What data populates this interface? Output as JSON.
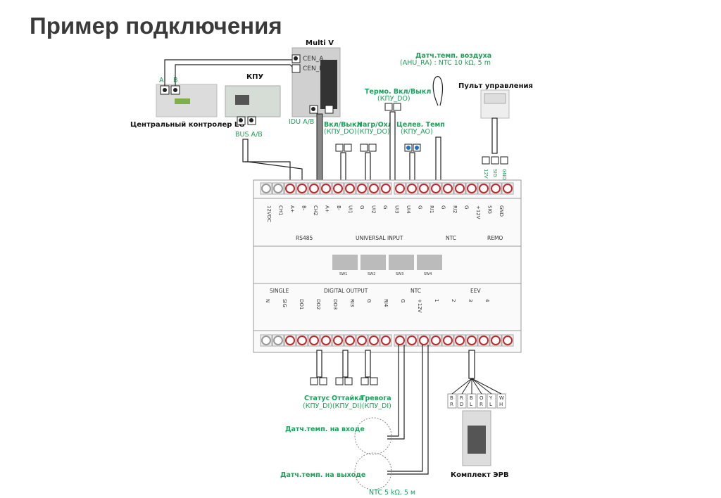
{
  "title": "Пример подключения",
  "devices": {
    "multi_v": "Multi V",
    "cen_a": "CEN_A",
    "cen_b": "CEN_B",
    "idu_ab": "IDU A/B",
    "kpu": "КПУ",
    "bus_ab": "BUS A/B",
    "central_controller": "Центральный контролер LG",
    "cc_a": "A",
    "cc_b": "B",
    "remote": "Пульт управления",
    "remote_pins": [
      "12V",
      "SIG",
      "GND"
    ],
    "erv_kit": "Комплект ЭРВ",
    "erv_pins": [
      [
        "B",
        "R"
      ],
      [
        "R",
        "D"
      ],
      [
        "B",
        "L"
      ],
      [
        "O",
        "R"
      ],
      [
        "Y",
        "L"
      ],
      [
        "W",
        "H"
      ]
    ]
  },
  "top_labels": {
    "air_sensor": "Датч.темп. воздуха",
    "air_sensor_spec": "(AHU_RA) : NTC 10 kΩ, 5 m",
    "thermo": "Термо. Вкл/Выкл",
    "thermo_sub": "(КПУ_DO)",
    "onoff": "Вкл/Выкл",
    "onoff_sub": "(КПУ_DO)",
    "heatcool": "Нагр/Охл",
    "heatcool_sub": "(КПУ_DO)",
    "target_temp": "Целев. Темп",
    "target_temp_sub": "(КПУ_AO)"
  },
  "bottom_labels": {
    "status": "Статус",
    "defrost": "Оттайка",
    "alarm": "Тревога",
    "di_sub": "(КПУ_DI)(КПУ_DI)(КПУ_DI)",
    "inlet_sensor": "Датч.темп. на входе",
    "outlet_sensor": "Датч.темп. на выходе",
    "ntc_spec": "NTC 5 kΩ, 5 м"
  },
  "controller": {
    "top_sections": [
      "RS485",
      "UNIVERSAL INPUT",
      "NTC",
      "REMO"
    ],
    "top_pins": [
      "12VDC",
      "CH1",
      "A+",
      "B-",
      "CH2",
      "A+",
      "B-",
      "UI1",
      "G",
      "UI2",
      "G",
      "UI3",
      "UI4",
      "G",
      "RI1",
      "G",
      "RI2",
      "G",
      "+12V",
      "SIG",
      "GND"
    ],
    "dip_labels": [
      "SW1",
      "SW2",
      "SW3",
      "SW4"
    ],
    "bottom_sections": [
      "SINGLE",
      "DIGITAL OUTPUT",
      "NTC",
      "EEV"
    ],
    "bottom_pins": [
      "N",
      "SIG",
      "DO1",
      "DO2",
      "DO3",
      "RI3",
      "G",
      "RI4",
      "G",
      "+12V",
      "1",
      "2",
      "3",
      "4"
    ]
  }
}
